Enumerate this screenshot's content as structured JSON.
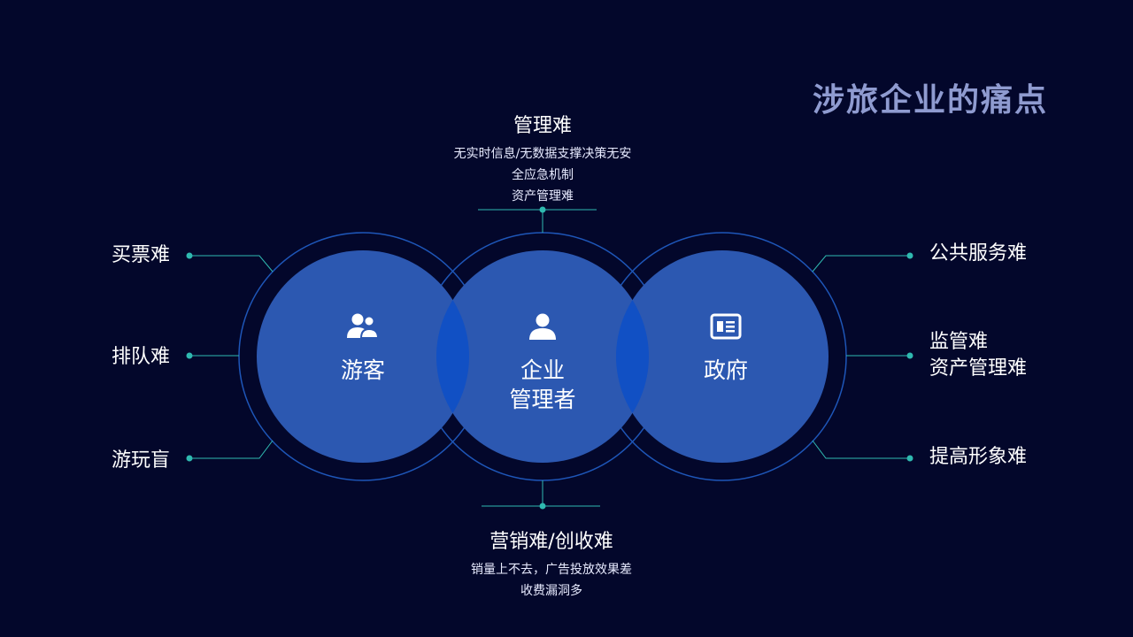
{
  "title": "涉旅企业的痛点",
  "left_points": [
    "买票难",
    "排队难",
    "游玩盲"
  ],
  "right_points": {
    "top": "公共服务难",
    "middle": [
      "监管难",
      "资产管理难"
    ],
    "bottom": "提高形象难"
  },
  "top_block": {
    "head": "管理难",
    "lines": [
      "无实时信息/无数据支撑决策无安",
      "全应急机制",
      "资产管理难"
    ]
  },
  "bottom_block": {
    "head": "营销难/创收难",
    "lines": [
      "销量上不去，广告投放效果差",
      "收费漏洞多"
    ]
  },
  "circles": [
    {
      "label": [
        "游客"
      ],
      "icon": "users-icon"
    },
    {
      "label": [
        "企业",
        "管理者"
      ],
      "icon": "user-icon"
    },
    {
      "label": [
        "政府"
      ],
      "icon": "id-card-icon"
    }
  ],
  "colors": {
    "background": "#03072b",
    "circle_fill": "#2c58b1",
    "overlap_fill": "#1150c4",
    "ring": "#1e56b8",
    "connector": "#2fb9b0",
    "title": "#8f9bd0"
  }
}
